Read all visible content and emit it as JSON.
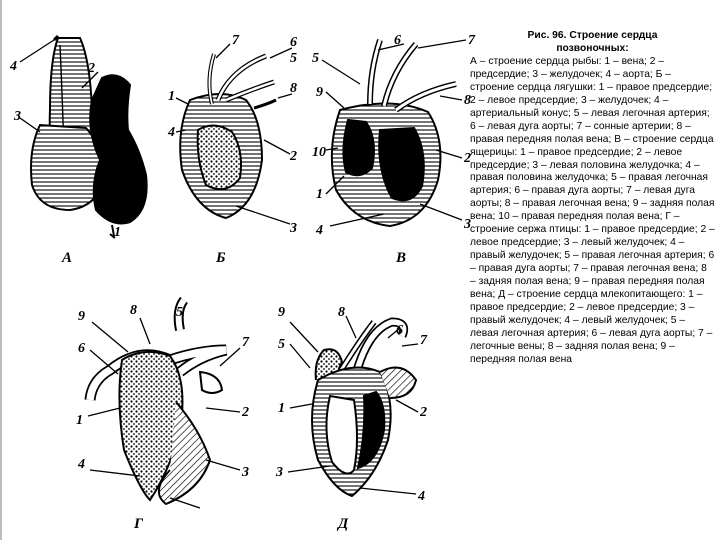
{
  "caption": {
    "title_line1": "Рис. 96. Строение сердца",
    "title_line2": "позвоночных:",
    "text": "А – строение сердца рыбы: 1 – вена; 2 – предсердие; 3 – желудочек; 4 – аорта; Б – строение сердца лягушки: 1 – правое предсердие; 2 – левое предсердие; 3 – желудочек; 4 – артериальный конус; 5 – левая легочная артерия; 6 – левая дуга аорты; 7 – сонные артерии; 8 – правая передняя полая вена; В – строение сердца ящерицы: 1 – правое предсердие; 2 – левое предсердие; 3 – левая половина желудочка; 4 – правая половина желудочка; 5 – правая легочная артерия; 6 – правая дуга аорты; 7 – левая дуга аорты; 8 – правая легочная вена; 9 – задняя полая вена; 10 – правая передняя полая вена; Г – строение сержа птицы: 1 – правое предсердие; 2 – левое предсердие; 3 – левый желудочек; 4 – правый желудочек; 5 – правая легочная артерия; 6 – правая дуга аорты; 7 – правая легочная вена; 8 – задняя полая вена; 9 – правая передняя полая вена; Д – строение сердца млекопитающего: 1 – правое предсердие; 2 – левое предсердие; 3 – правый желудочек; 4 – левый желудочек; 5 – левая легочная артерия; 6 – левая дуга аорты; 7 – легочные вены; 8 – задняя полая вена; 9 – передняя полая вена"
  },
  "figure": {
    "panels": [
      {
        "letter": "А",
        "numbers": [
          "1",
          "2",
          "3",
          "4"
        ]
      },
      {
        "letter": "Б",
        "numbers": [
          "1",
          "2",
          "3",
          "4",
          "5",
          "6",
          "7",
          "8"
        ]
      },
      {
        "letter": "В",
        "numbers": [
          "1",
          "2",
          "3",
          "4",
          "5",
          "6",
          "7",
          "8",
          "9",
          "10"
        ]
      },
      {
        "letter": "Г",
        "numbers": [
          "1",
          "2",
          "3",
          "4",
          "5",
          "6",
          "7",
          "8",
          "9"
        ]
      },
      {
        "letter": "Д",
        "numbers": [
          "1",
          "2",
          "3",
          "4",
          "5",
          "6",
          "7",
          "8",
          "9"
        ]
      }
    ]
  }
}
